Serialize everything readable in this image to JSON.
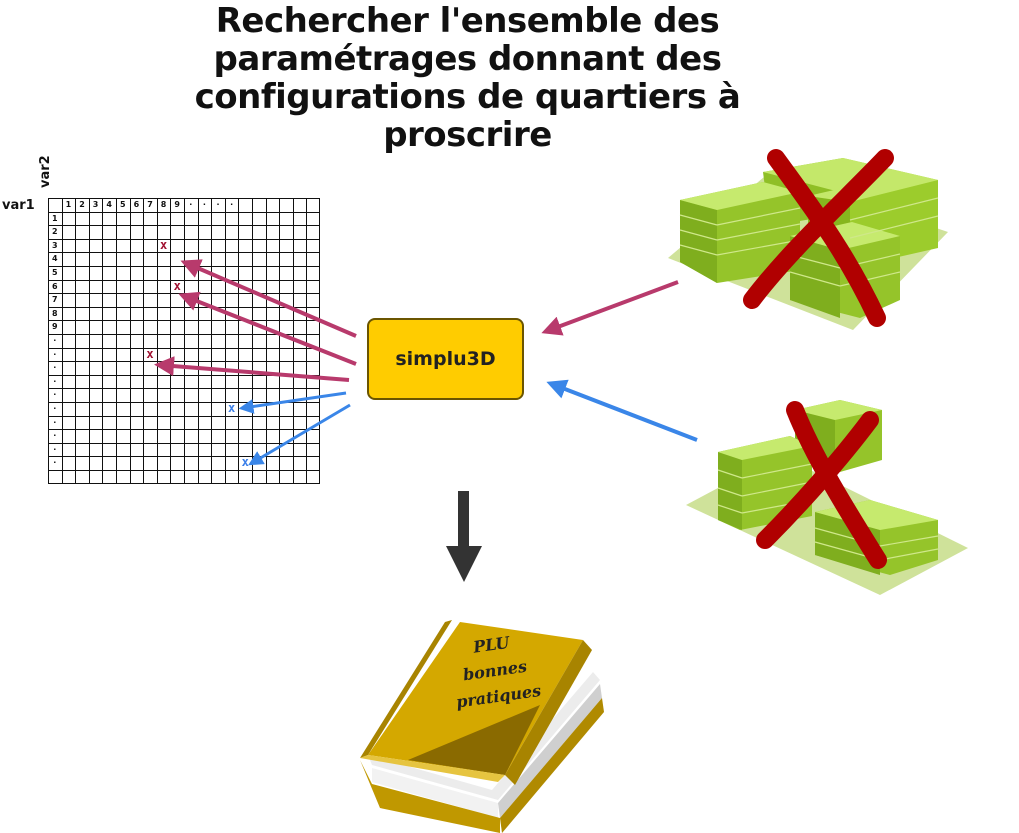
{
  "title": {
    "line1": "Rechercher l'ensemble des",
    "line2": "paramétrages donnant des",
    "line3": "configurations de quartiers à",
    "line4": "proscrire"
  },
  "grid": {
    "x_axis_label": "var2",
    "y_axis_label": "var1",
    "column_ticks": [
      "1",
      "2",
      "3",
      "4",
      "5",
      "6",
      "7",
      "8",
      "9",
      "·",
      "·",
      "·",
      "·"
    ],
    "row_ticks": [
      "1",
      "2",
      "3",
      "4",
      "5",
      "6",
      "7",
      "8",
      "9",
      "·",
      "·",
      "·",
      "·",
      "·",
      "·",
      "·",
      "·",
      "·",
      "·"
    ],
    "marks": [
      {
        "label": "x",
        "color": "#a01030",
        "row": 3,
        "col": 8
      },
      {
        "label": "x",
        "color": "#a01030",
        "row": 6,
        "col": 9
      },
      {
        "label": "x",
        "color": "#a01030",
        "row": 11,
        "col": 7
      },
      {
        "label": "x",
        "color": "#3a7ee8",
        "row": 15,
        "col": 13
      },
      {
        "label": "x",
        "color": "#3a7ee8",
        "row": 19,
        "col": 14
      }
    ]
  },
  "center_box": {
    "label": "simplu3D"
  },
  "book": {
    "line1": "PLU",
    "line2": "bonnes",
    "line3": "pratiques"
  },
  "colors": {
    "magenta_arrow": "#b83a6c",
    "blue_arrow": "#3a86e8",
    "dark_arrow": "#333333",
    "box_fill": "#ffcc00",
    "building_green": "#9dcc2a",
    "cross_red": "#b00000",
    "book_gold": "#d4a800"
  }
}
